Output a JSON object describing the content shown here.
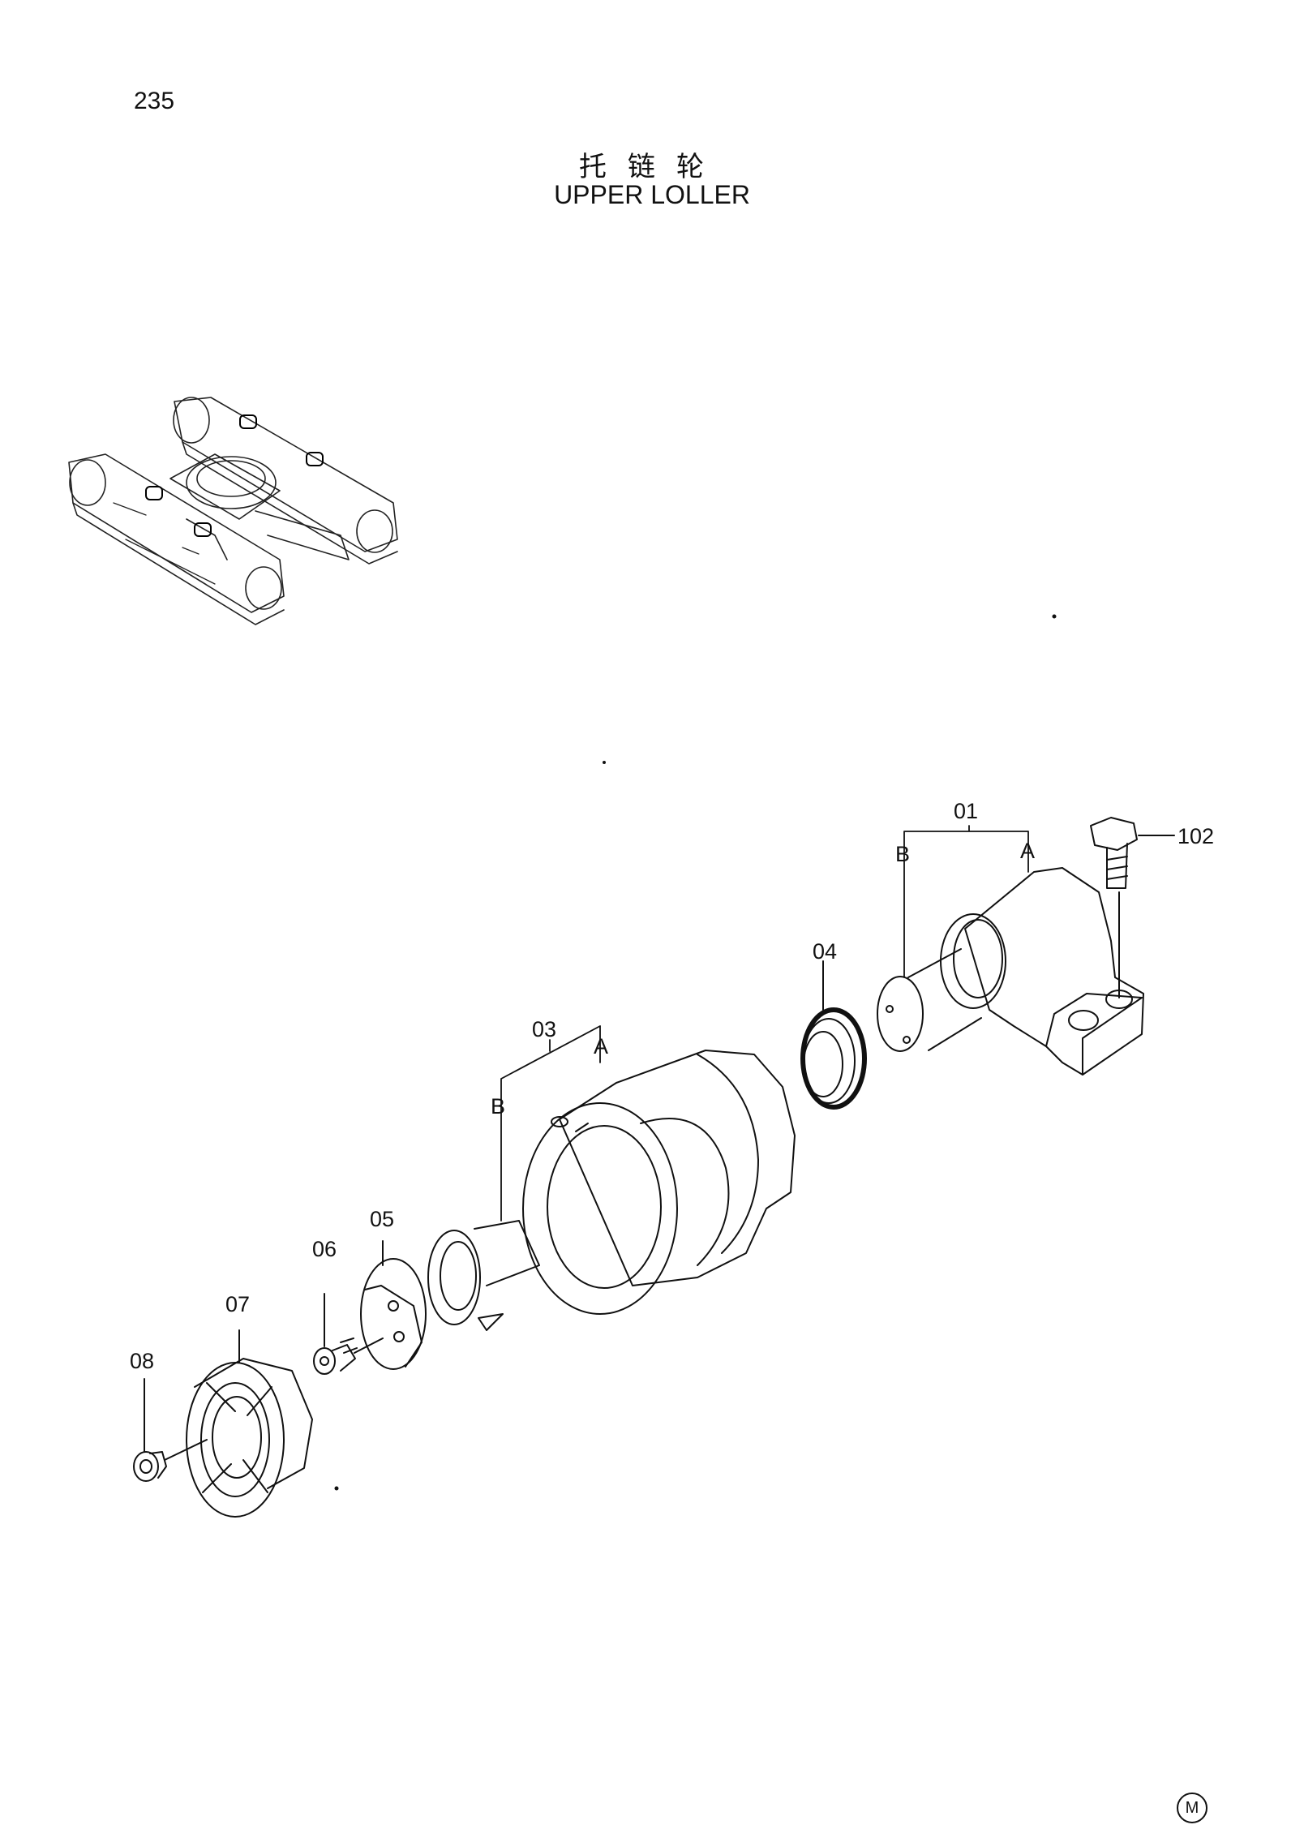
{
  "page_number": "235",
  "title_cn": "托链轮",
  "title_en": "UPPER LOLLER",
  "callouts": {
    "p01": "01",
    "p01_a": "A",
    "p01_b": "B",
    "p102": "102",
    "p04": "04",
    "p03": "03",
    "p03_a": "A",
    "p03_b": "B",
    "p05": "05",
    "p06": "06",
    "p07": "07",
    "p08": "08"
  },
  "corner_mark": "M"
}
